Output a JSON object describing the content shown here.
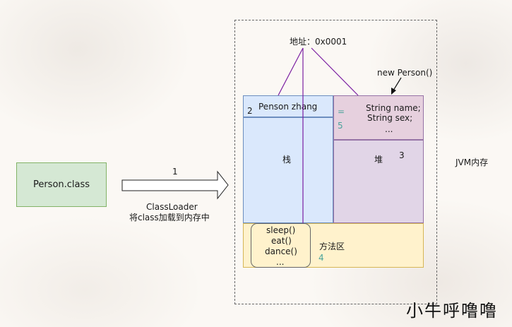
{
  "class_file": {
    "label": "Person.class"
  },
  "arrow": {
    "step": "1",
    "caption_line1": "ClassLoader",
    "caption_line2": "将class加载到内存中"
  },
  "jvm": {
    "label": "JVM内存"
  },
  "address": {
    "label": "地址：0x0001"
  },
  "stack": {
    "ref_number": "2",
    "ref_label": "Penson zhang",
    "label": "栈"
  },
  "heap": {
    "new_label": "new Person()",
    "equals_sign": "=",
    "number5": "5",
    "fields": [
      "String name;",
      "String sex;",
      "..."
    ],
    "label": "堆",
    "number3": "3"
  },
  "method_area": {
    "methods": [
      "sleep()",
      "eat()",
      "dance()",
      "..."
    ],
    "label": "方法区",
    "number4": "4"
  },
  "watermark": "小牛呼噜噜"
}
